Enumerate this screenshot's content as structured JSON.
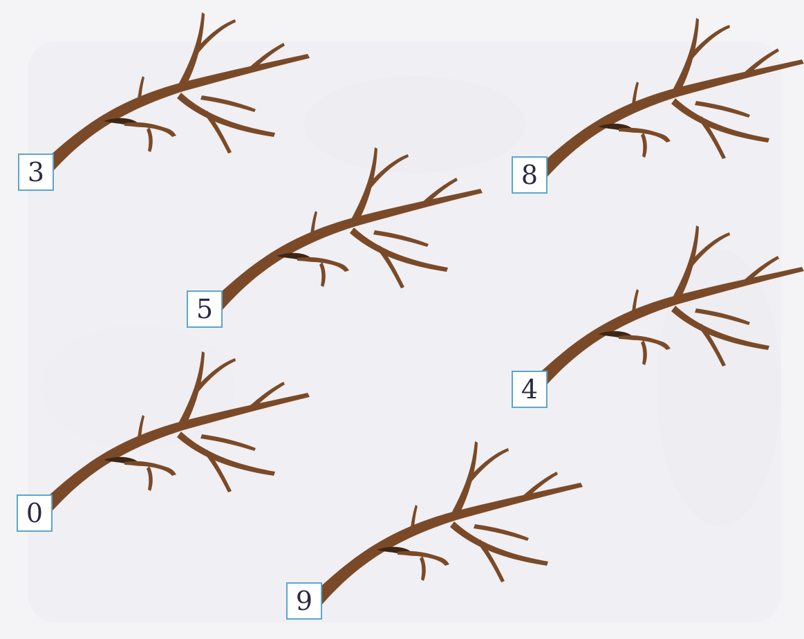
{
  "colors": {
    "background": "#f4f3f6",
    "branch": "#7a4a28",
    "branch_dark": "#3d2616",
    "box_border": "#5aa7c9",
    "number_text": "#2a2a44"
  },
  "branches": [
    {
      "id": "b3",
      "number": "3"
    },
    {
      "id": "b8",
      "number": "8"
    },
    {
      "id": "b5",
      "number": "5"
    },
    {
      "id": "b4",
      "number": "4"
    },
    {
      "id": "b0",
      "number": "0"
    },
    {
      "id": "b9",
      "number": "9"
    }
  ]
}
